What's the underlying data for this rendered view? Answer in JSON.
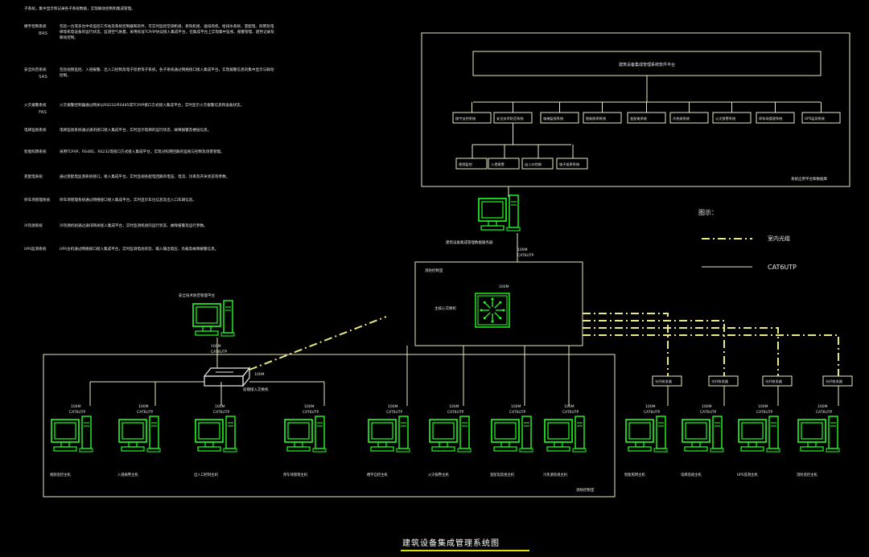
{
  "title": "建筑设备集成管理系统图",
  "legend": {
    "heading": "图示：",
    "items": [
      {
        "label": "室内光缆",
        "style": "dash-dot"
      },
      {
        "label": "CAT6UTP",
        "style": "solid"
      }
    ]
  },
  "top_platform": {
    "bar_label": "建筑设备集成管理系统软件平台",
    "corner_label": "系统应用平台和数据库",
    "subsystems": [
      "楼宇自控系统",
      "安全技术防范系统",
      "电梯监视系统",
      "智能照明系统",
      "变配电系统",
      "冷热源系统",
      "火灾报警系统",
      "停车场管理系统",
      "UPS监测系统"
    ],
    "security_children": [
      "视频监控",
      "入侵报警",
      "出入口控制",
      "电子巡更系统"
    ]
  },
  "server_label": "建筑设备集成管理数据服务器",
  "control_center": {
    "label": "消防控制室",
    "switch_label": "主核心交换机",
    "speed": "100M"
  },
  "left_workstation_label": "安全技术防范管理平台",
  "fire_room_label": "消防控制室",
  "edge_switch_label": "前端接入交换机",
  "link_speed": "100M",
  "link_media": "CAT6UTP",
  "workstations_left": [
    "视频监控主机",
    "入侵报警主机",
    "出入口控制主机",
    "停车场管理主机",
    "楼宇自控主机",
    "火灾报警主机",
    "变配电监视主机",
    "冷热源监视主机"
  ],
  "workstations_right": [
    "智能照明主机",
    "电梯监视主机",
    "UPS监测主机",
    "消防监控主机"
  ],
  "media_converter_label": "光纤收发器",
  "notes": {
    "intro": "子系统，集中显示和记录各子系统数据，实现联动控制和集成管理。",
    "rows": [
      {
        "key": "楼宇控制系统",
        "code": "BAS",
        "text": "包括一台或多台中央监控工作站及系统控制器和软件，可实时监控空调机组、新风机组、送排风机、给排水系统、变配电、照明及电梯等机电设备的运行状态，监测空气质量，采用标准TCP/IP协议接入集成平台，在集成平台上实现集中监视、报警管理、趋势记录及联动控制。"
      },
      {
        "key": "安全防范系统",
        "code": "SAS",
        "text": "包括视频监控、入侵报警、出入口控制及电子巡更等子系统，各子系统通过网络接口接入集成平台，实现报警信息的集中显示与联动控制。"
      },
      {
        "key": "火灾报警系统",
        "code": "FAS",
        "text": "火灾报警控制器通过网关以RS232/RS485或TCP/IP接口方式接入集成平台，实时显示火灾报警信息和设备状态。"
      },
      {
        "key": "电梯监视系统",
        "code": "",
        "text": "电梯监视系统通过通讯接口接入集成平台，实时显示电梯的运行状态、故障报警及楼层信息。"
      },
      {
        "key": "智能照明系统",
        "code": "",
        "text": "采用TCP/IP、RS485、RS232等接口方式接入集成平台，实现对照明回路的监视与控制及场景管理。"
      },
      {
        "key": "变配电系统",
        "code": "",
        "text": "通过变配电监测系统接口，接入集成平台，实时监视各配电回路的电压、电流、功率及开关状态等参数。"
      },
      {
        "key": "停车场管理系统",
        "code": "",
        "text": "停车场管理系统通过网络接口接入集成平台，实时显示车位信息及出入口车辆信息。"
      },
      {
        "key": "冷热源系统",
        "code": "",
        "text": "冷热源机组通过通讯网关接入集成平台，实时监测机组的运行状态、故障报警及运行参数。"
      },
      {
        "key": "UPS监测系统",
        "code": "",
        "text": "UPS主机通过网络接口接入集成平台，实时监测电池状态、输入输出电压、负载及故障报警信息。"
      }
    ]
  }
}
